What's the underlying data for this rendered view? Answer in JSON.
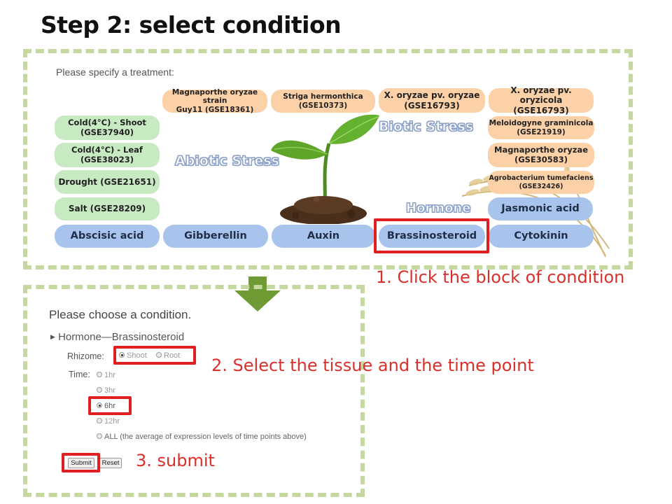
{
  "title": "Step 2: select condition",
  "treatment_panel": {
    "prompt": "Please specify a treatment:",
    "section_labels": {
      "abiotic": "Abiotic Stress",
      "biotic": "Biotic Stress",
      "hormone": "Hormone"
    },
    "biotic_top": [
      {
        "line1": "Magnaporthe oryzae strain",
        "line2": "Guy11 (GSE18361)"
      },
      {
        "line1": "Striga hermonthica",
        "line2": "(GSE10373)"
      },
      {
        "line1": "X. oryzae pv. oryzae",
        "line2": "(GSE16793)"
      },
      {
        "line1": "X. oryzae pv. oryzicola",
        "line2": "(GSE16793)"
      }
    ],
    "biotic_right": [
      {
        "line1": "Meloidogyne graminicola",
        "line2": "(GSE21919)"
      },
      {
        "line1": "Magnaporthe oryzae",
        "line2": "(GSE30583)"
      },
      {
        "line1": "Agrobacterium tumefaciens",
        "line2": "(GSE32426)"
      }
    ],
    "abiotic": [
      {
        "line1": "Cold(4°C) - Shoot",
        "line2": "(GSE37940)"
      },
      {
        "line1": "Cold(4°C) - Leaf",
        "line2": "(GSE38023)"
      },
      {
        "line1": "Drought (GSE21651)",
        "line2": ""
      },
      {
        "line1": "Salt (GSE28209)",
        "line2": ""
      }
    ],
    "hormones": [
      "Abscisic acid",
      "Gibberellin",
      "Auxin",
      "Brassinosteroid",
      "Cytokinin",
      "Jasmonic acid"
    ]
  },
  "condition_panel": {
    "heading": "Please choose a condition.",
    "breadcrumb": "Hormone—Brassinosteroid",
    "rhizome_label": "Rhizome:",
    "rhizome_options": [
      "Shoot",
      "Root"
    ],
    "rhizome_selected": "Shoot",
    "time_label": "Time:",
    "time_options": [
      "1hr",
      "3hr",
      "6hr",
      "12hr",
      "ALL (the average of expression levels of time points above)"
    ],
    "time_selected": "6hr",
    "submit_label": "Submit",
    "reset_label": "Reset"
  },
  "instructions": {
    "step1": "1. Click the block of condition",
    "step2": "2. Select the tissue and the time point",
    "step3": "3. submit"
  },
  "colors": {
    "highlight": "#e02020",
    "instruction_text": "#d9302c",
    "dash_border": "#c5d8a0",
    "arrow": "#6f9a34"
  },
  "icons": {
    "arrow": "down-arrow-icon",
    "illustration": "plant-seedling-icon"
  }
}
